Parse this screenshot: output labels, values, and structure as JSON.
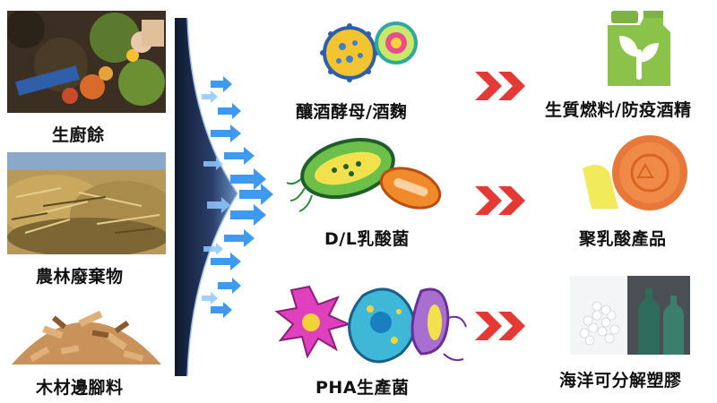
{
  "sources": [
    {
      "label": "生廚餘"
    },
    {
      "label": "農林廢棄物"
    },
    {
      "label": "木材邊腳料"
    }
  ],
  "microbes": [
    {
      "label": "釀酒酵母/酒麴"
    },
    {
      "label": "D/L乳酸菌"
    },
    {
      "label": "PHA生產菌"
    }
  ],
  "products": [
    {
      "label": "生質燃料/防疫酒精"
    },
    {
      "label": "聚乳酸產品"
    },
    {
      "label": "海洋可分解塑膠"
    }
  ],
  "colors": {
    "chevron": "#e53935",
    "funnel": "#1c2b4a",
    "arrows": "#2a8ff0",
    "jug": "#8bc34a"
  },
  "icons": [
    "food-waste-photo",
    "straw-photo",
    "wood-chips-photo",
    "yeast-cells-icon",
    "lactic-bacteria-icon",
    "pha-bacteria-icon",
    "fuel-jug-icon",
    "pla-product-photo",
    "plastic-bottles-photo"
  ]
}
